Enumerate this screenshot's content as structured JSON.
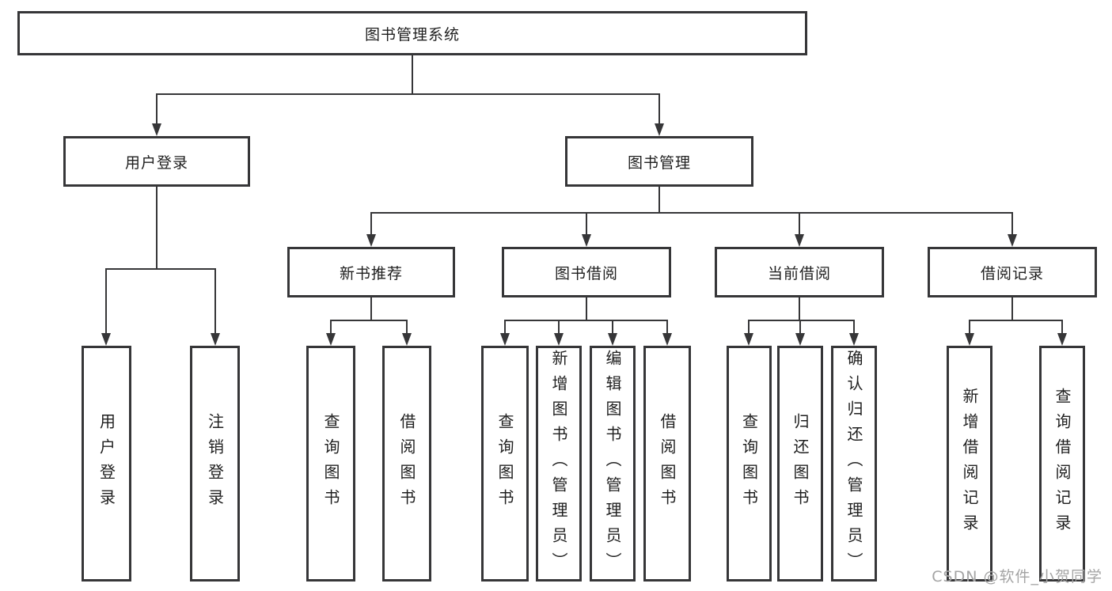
{
  "tree": {
    "label": "图书管理系统",
    "children": [
      {
        "label": "用户登录",
        "children": [
          {
            "label": "用户登录"
          },
          {
            "label": "注销登录"
          }
        ]
      },
      {
        "label": "图书管理",
        "children": [
          {
            "label": "新书推荐",
            "children": [
              {
                "label": "查询图书"
              },
              {
                "label": "借阅图书"
              }
            ]
          },
          {
            "label": "图书借阅",
            "children": [
              {
                "label": "查询图书"
              },
              {
                "label": "新增图书（管理员）"
              },
              {
                "label": "编辑图书（管理员）"
              },
              {
                "label": "借阅图书"
              }
            ]
          },
          {
            "label": "当前借阅",
            "children": [
              {
                "label": "查询图书"
              },
              {
                "label": "归还图书"
              },
              {
                "label": "确认归还（管理员）"
              }
            ]
          },
          {
            "label": "借阅记录",
            "children": [
              {
                "label": "新增借阅记录"
              },
              {
                "label": "查询借阅记录"
              }
            ]
          }
        ]
      }
    ]
  },
  "watermark": "CSDN @软件_小贺同学",
  "colors": {
    "line": "#363638",
    "text": "#1f1f1f",
    "watermark": "#a4a4a4",
    "background": "#ffffff"
  }
}
